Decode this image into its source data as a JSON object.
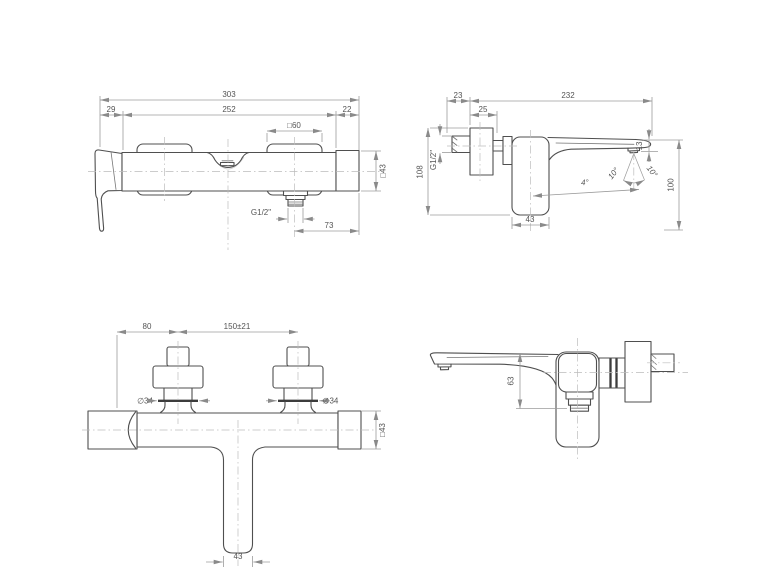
{
  "drawing": {
    "type": "technical-dimension-drawing",
    "subject": "wall-mounted bath/shower mixer faucet, four orthographic views",
    "views": {
      "front": {
        "name": "front view",
        "dims": {
          "total": "303",
          "left_offset": "29",
          "body_span": "252",
          "cap_width": "22",
          "escutcheon_square": "□60",
          "body_square": "□43",
          "thread": "G1/2\"",
          "outlet_offset": "73"
        }
      },
      "side": {
        "name": "side view",
        "dims": {
          "wall_offset": "23",
          "escutcheon_depth": "25",
          "spout_reach": "232",
          "height": "108",
          "thread": "G1/2\"",
          "spout_drop": "13",
          "spout_clearance": "100",
          "spout_angle": "4°",
          "spray_angle_left": "10°",
          "spray_angle_right": "10°",
          "body_depth": "43"
        }
      },
      "top": {
        "name": "top view",
        "dims": {
          "end_offset": "80",
          "valve_spacing": "150±21",
          "valve_dia_left": "∅34",
          "valve_dia_right": "∅34",
          "body_square": "□43",
          "stem_width": "43"
        }
      },
      "side_rear": {
        "name": "opposite side view",
        "dims": {
          "spout_height": "63"
        }
      }
    },
    "colors": {
      "background": "#ffffff",
      "outline": "#4f4f4f",
      "dimension": "#9b9b9b",
      "centerline": "#bcbcbc",
      "text": "#545454"
    }
  }
}
